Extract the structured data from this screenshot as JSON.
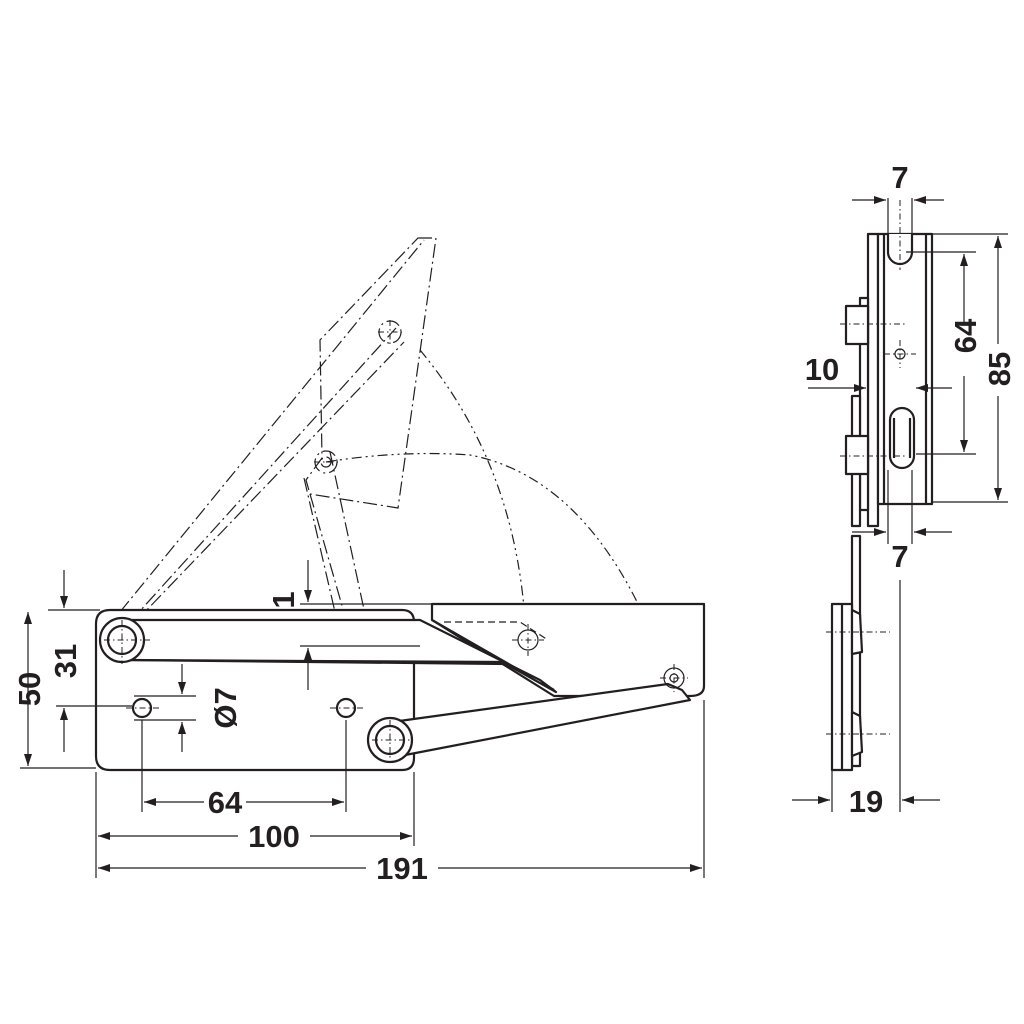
{
  "dimensions": {
    "top_width": "7",
    "slot_length": "64",
    "overall_height_side": "85",
    "offset": "10",
    "bottom_width": "7",
    "thickness": "19",
    "gap": "1",
    "overall_height": "50",
    "pivot_height": "31",
    "hole_diameter": "Ø7",
    "hole_spacing": "64",
    "base_length": "100",
    "overall_length": "191"
  }
}
